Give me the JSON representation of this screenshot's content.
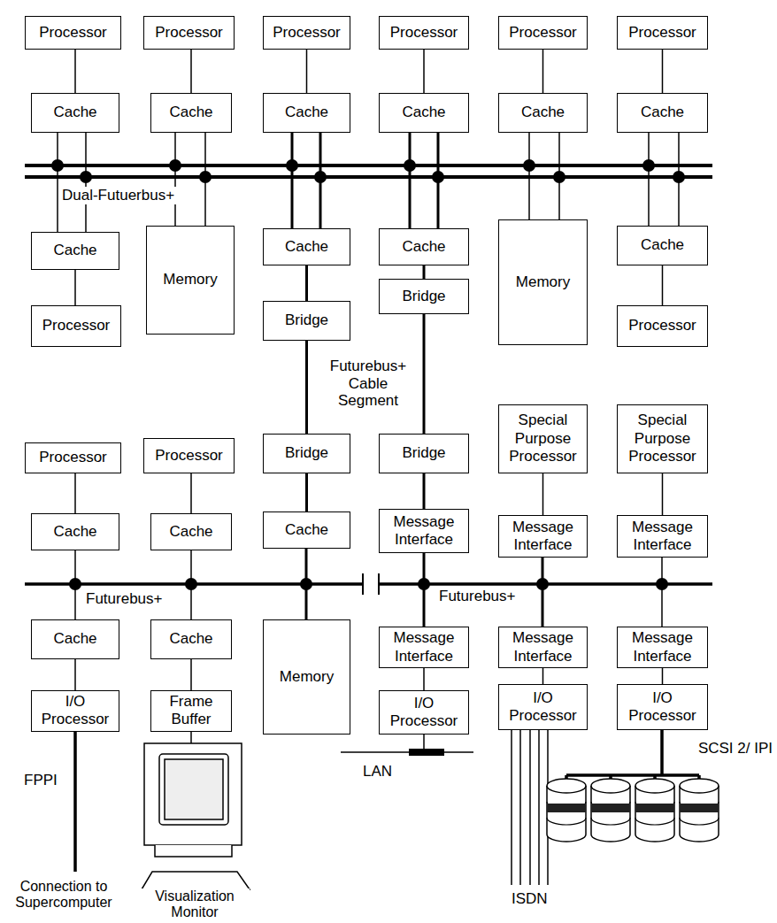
{
  "diagram": {
    "nodes": [
      {
        "text": [
          "Processor"
        ]
      },
      {
        "text": [
          "Processor"
        ]
      },
      {
        "text": [
          "Processor"
        ]
      },
      {
        "text": [
          "Processor"
        ]
      },
      {
        "text": [
          "Processor"
        ]
      },
      {
        "text": [
          "Processor"
        ]
      },
      {
        "text": [
          "Cache"
        ]
      },
      {
        "text": [
          "Cache"
        ]
      },
      {
        "text": [
          "Cache"
        ]
      },
      {
        "text": [
          "Cache"
        ]
      },
      {
        "text": [
          "Cache"
        ]
      },
      {
        "text": [
          "Cache"
        ]
      },
      {
        "text": [
          "Cache"
        ]
      },
      {
        "text": [
          "Memory"
        ]
      },
      {
        "text": [
          "Cache"
        ]
      },
      {
        "text": [
          "Cache"
        ]
      },
      {
        "text": [
          "Memory"
        ]
      },
      {
        "text": [
          "Cache"
        ]
      },
      {
        "text": [
          "Processor"
        ]
      },
      {
        "text": [
          "Bridge"
        ]
      },
      {
        "text": [
          "Bridge"
        ]
      },
      {
        "text": [
          "Processor"
        ]
      },
      {
        "text": [
          "Bridge"
        ]
      },
      {
        "text": [
          "Bridge"
        ]
      },
      {
        "text": [
          "Processor"
        ]
      },
      {
        "text": [
          "Processor"
        ]
      },
      {
        "text": [
          "Special Purpose Processor"
        ]
      },
      {
        "text": [
          "Special Purpose Processor"
        ]
      },
      {
        "text": [
          "Cache"
        ]
      },
      {
        "text": [
          "Cache"
        ]
      },
      {
        "text": [
          "Cache"
        ]
      },
      {
        "text": [
          "Message Interface"
        ]
      },
      {
        "text": [
          "Message Interface"
        ]
      },
      {
        "text": [
          "Message Interface"
        ]
      },
      {
        "text": [
          "Cache"
        ]
      },
      {
        "text": [
          "Cache"
        ]
      },
      {
        "text": [
          "Memory"
        ]
      },
      {
        "text": [
          "Message Interface"
        ]
      },
      {
        "text": [
          "Message Interface"
        ]
      },
      {
        "text": [
          "Message Interface"
        ]
      },
      {
        "text": [
          "I/O Processor"
        ]
      },
      {
        "text": [
          "Frame Buffer"
        ]
      },
      {
        "text": [
          "I/O Processor"
        ]
      },
      {
        "text": [
          "I/O Processor"
        ]
      },
      {
        "text": [
          "I/O Processor"
        ]
      }
    ],
    "edges": [
      {
        "from": 0,
        "to": 6,
        "arrow": "none"
      },
      {
        "from": 1,
        "to": 7,
        "arrow": "none"
      },
      {
        "from": 2,
        "to": 8,
        "arrow": "none"
      },
      {
        "from": 3,
        "to": 9,
        "arrow": "none"
      },
      {
        "from": 4,
        "to": 10,
        "arrow": "none"
      },
      {
        "from": 5,
        "to": 11,
        "arrow": "none"
      },
      {
        "from": 12,
        "to": 18,
        "arrow": "none"
      },
      {
        "from": 17,
        "to": 21,
        "arrow": "none"
      },
      {
        "from": 14,
        "to": 19,
        "arrow": "none"
      },
      {
        "from": 15,
        "to": 20,
        "arrow": "none"
      },
      {
        "from": 19,
        "to": 22,
        "arrow": "none"
      },
      {
        "from": 20,
        "to": 23,
        "arrow": "none"
      },
      {
        "from": 22,
        "to": 30,
        "arrow": "none"
      },
      {
        "from": 23,
        "to": 31,
        "arrow": "none"
      },
      {
        "from": 24,
        "to": 28,
        "arrow": "none"
      },
      {
        "from": 25,
        "to": 29,
        "arrow": "none"
      },
      {
        "from": 26,
        "to": 32,
        "arrow": "none"
      },
      {
        "from": 27,
        "to": 33,
        "arrow": "none"
      },
      {
        "from": 34,
        "to": 40,
        "arrow": "none"
      },
      {
        "from": 35,
        "to": 41,
        "arrow": "none"
      },
      {
        "from": 37,
        "to": 42,
        "arrow": "none"
      },
      {
        "from": 38,
        "to": 43,
        "arrow": "none"
      },
      {
        "from": 39,
        "to": 44,
        "arrow": "none"
      }
    ],
    "labels": [
      "Dual-Futuerbus+",
      "Futurebus+ Cable Segment",
      "Futurebus+",
      "Futurebus+",
      "FPPI",
      "Connection to Supercomputer",
      "Visualization Monitor",
      "LAN",
      "ISDN",
      "SCSI 2/ IPI"
    ]
  }
}
